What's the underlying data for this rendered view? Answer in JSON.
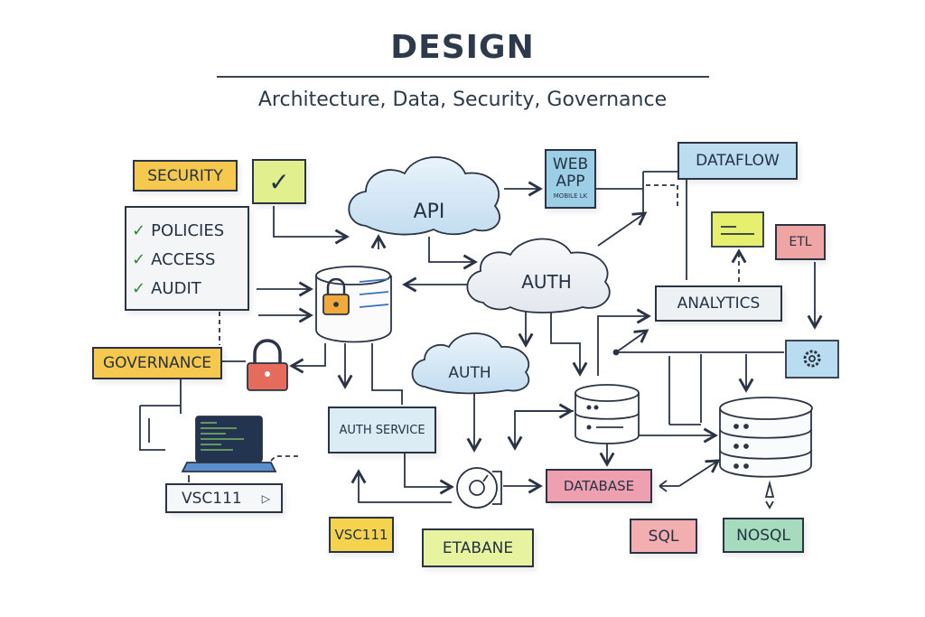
{
  "header": {
    "title": "DESIGN",
    "subtitle": "Architecture, Data, Security, Governance"
  },
  "nodes": {
    "security": "SECURITY",
    "policies": [
      "POLICIES",
      "ACCESS",
      "AUDIT"
    ],
    "governance": "GOVERNANCE",
    "api": "API",
    "web_app": "WEB\nAPP",
    "web_app_line1": "WEB",
    "web_app_line2": "APP",
    "web_app_sub": "MOBILE LK",
    "dataflow": "DATAFLOW",
    "auth_main": "AUTH",
    "auth_small": "AUTH",
    "etl": "ETL",
    "analytics": "ANALYTICS",
    "auth_service": "AUTH SERVICE",
    "vsc_laptop": "VSC111",
    "vsc_yellow": "VSC111",
    "etabane": "ETABANE",
    "database": "DATABASE",
    "sql": "SQL",
    "nosql": "NOSQL"
  },
  "check_glyph": "✓",
  "colors": {
    "yellow": "#f6c94e",
    "lime": "#e2ef8f",
    "blue": "#9ccfe6",
    "lightblue": "#bcdcef",
    "pink": "#ee9fb0",
    "red": "#f0a5a5",
    "green": "#a6dcbd",
    "ink": "#2a3444"
  }
}
